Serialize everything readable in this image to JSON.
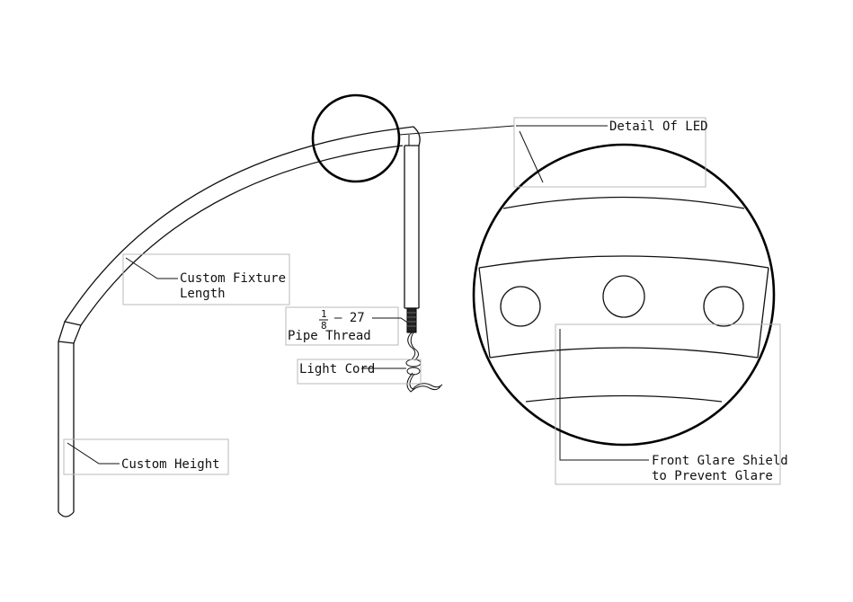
{
  "labels": {
    "detail_led": "Detail Of LED",
    "fixture_line1": "Custom Fixture",
    "fixture_line2": "Length",
    "thread_num": "1",
    "thread_den": "8",
    "thread_suffix": "– 27",
    "thread_line2": "Pipe Thread",
    "light_cord": "Light Cord",
    "custom_height": "Custom Height",
    "glare_line1": "Front Glare Shield",
    "glare_line2": "to Prevent Glare"
  },
  "colors": {
    "line": "#111111",
    "label_box": "#b8b8b8",
    "background": "#ffffff"
  }
}
